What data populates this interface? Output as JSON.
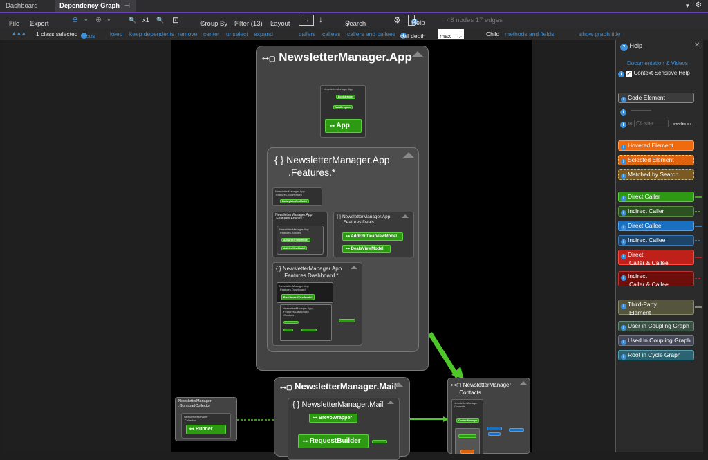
{
  "tabs": {
    "dashboard": "Dashboard",
    "dependency_graph": "Dependency Graph",
    "pin": "⊣",
    "close": "✕"
  },
  "window_controls": {
    "dropdown": "▾",
    "settings": "⚙"
  },
  "toolbar": {
    "file": "File",
    "export": "Export",
    "caret": "▾",
    "back": "⊖",
    "forward": "⊕",
    "zoom_in": "🔍",
    "zoom_level": "x1",
    "zoom_out": "🔍",
    "fit": "⊡",
    "group_by": "Group By",
    "filter": "Filter (13)",
    "layout": "Layout",
    "layout_right": "→",
    "layout_down": "↓",
    "search": "Search",
    "settings": "⚙",
    "help": "Help",
    "stats": "48 nodes 17 edges"
  },
  "infobar": {
    "tri": "▲▲▲",
    "selected": "1 class selected",
    "focus": "focus",
    "keep": "keep",
    "keep_dependents": "keep dependents",
    "remove": "remove",
    "center": "center",
    "unselect": "unselect",
    "expand": "expand",
    "callers": "callers",
    "callees": "callees",
    "callers_and_callees": "callers and callees",
    "call_depth": "call depth",
    "call_depth_value": "max",
    "child": "Child",
    "methods_and_fields": "methods and fields",
    "show_graph_title": "show graph title"
  },
  "graph": {
    "app_title": "NewsletterManager.App",
    "app_mini_title": "NewsletterManager.App",
    "app_mini_n1": "Bootstrapper",
    "app_mini_n2": "MauiProgram",
    "app_node": "App",
    "features_title_l1": "NewsletterManager.App",
    "features_title_l2": ".Features.*",
    "templates_title_l1": "NewsletterManager.App",
    "templates_title_l2": ".Features.Boilerplates",
    "templates_node": "BoilerplateViewModel",
    "articles_title_l1": "NewsletterManager.App",
    "articles_title_l2": ".Features.Articles.*",
    "articles_sub_l1": "NewsletterManager.App",
    "articles_sub_l2": ".Features.Articles",
    "articles_n1": "AddArticleViewModel",
    "articles_n2": "ArticlesViewModel",
    "deals_title_l1": "NewsletterManager.App",
    "deals_title_l2": ".Features.Deals",
    "deals_n1": "AddEditDealViewModel",
    "deals_n2": "DealsViewModel",
    "dashboard_title_l1": "NewsletterManager.App",
    "dashboard_title_l2": ".Features.Dashboard.*",
    "dashboard_sub_l1": "NewsletterManager.App",
    "dashboard_sub_l2": ".Features.Dashboard",
    "dashboard_node": "DashboardViewModel",
    "controls_l1": "NewsletterManager.App",
    "controls_l2": ".Features.Dashboard",
    "controls_l3": ".Controls",
    "mail_title": "NewsletterManager.Mail",
    "mail_inner_title": "NewsletterManager.Mail",
    "mail_n1": "BrevoWrapper",
    "mail_n2": "RequestBuilder",
    "gumroad_l1": "NewsletterManager",
    "gumroad_l2": ".GumroadCollector",
    "collector_l1": "NewsletterManager",
    "collector_l2": ".Collector",
    "runner": "Runner",
    "contacts_l1": "NewsletterManager",
    "contacts_l2": ".Contacts",
    "contacts_sub1": "NewsletterManager",
    "contacts_sub2": ".Contacts",
    "contacts_n1": "ContactManager"
  },
  "help": {
    "title": "Help",
    "close": "✕",
    "documentation": "Documentation & Videos",
    "context_sensitive": "Context-Sensitive Help",
    "code_element": "Code Element",
    "cluster": "Cluster",
    "hovered": "Hovered Element",
    "selected": "Selected Element",
    "matched": "Matched by Search",
    "direct_caller": "Direct Caller",
    "indirect_caller": "Indirect Caller",
    "direct_callee": "Direct Callee",
    "indirect_callee": "Indirect Callee",
    "direct_both_l1": "Direct",
    "direct_both_l2": "Caller & Callee",
    "indirect_both_l1": "Indirect",
    "indirect_both_l2": "Caller & Callee",
    "third_party_l1": "Third-Party",
    "third_party_l2": "Element",
    "user_coupling": "User in Coupling Graph",
    "used_coupling": "Used in Coupling Graph",
    "root_cycle": "Root in Cycle Graph"
  },
  "colors": {
    "accent": "#6b3fb5",
    "link": "#3b8fd9",
    "green": "#2e9a14",
    "blue": "#1a70c0",
    "orange": "#d9630e",
    "red": "#c0201a"
  }
}
